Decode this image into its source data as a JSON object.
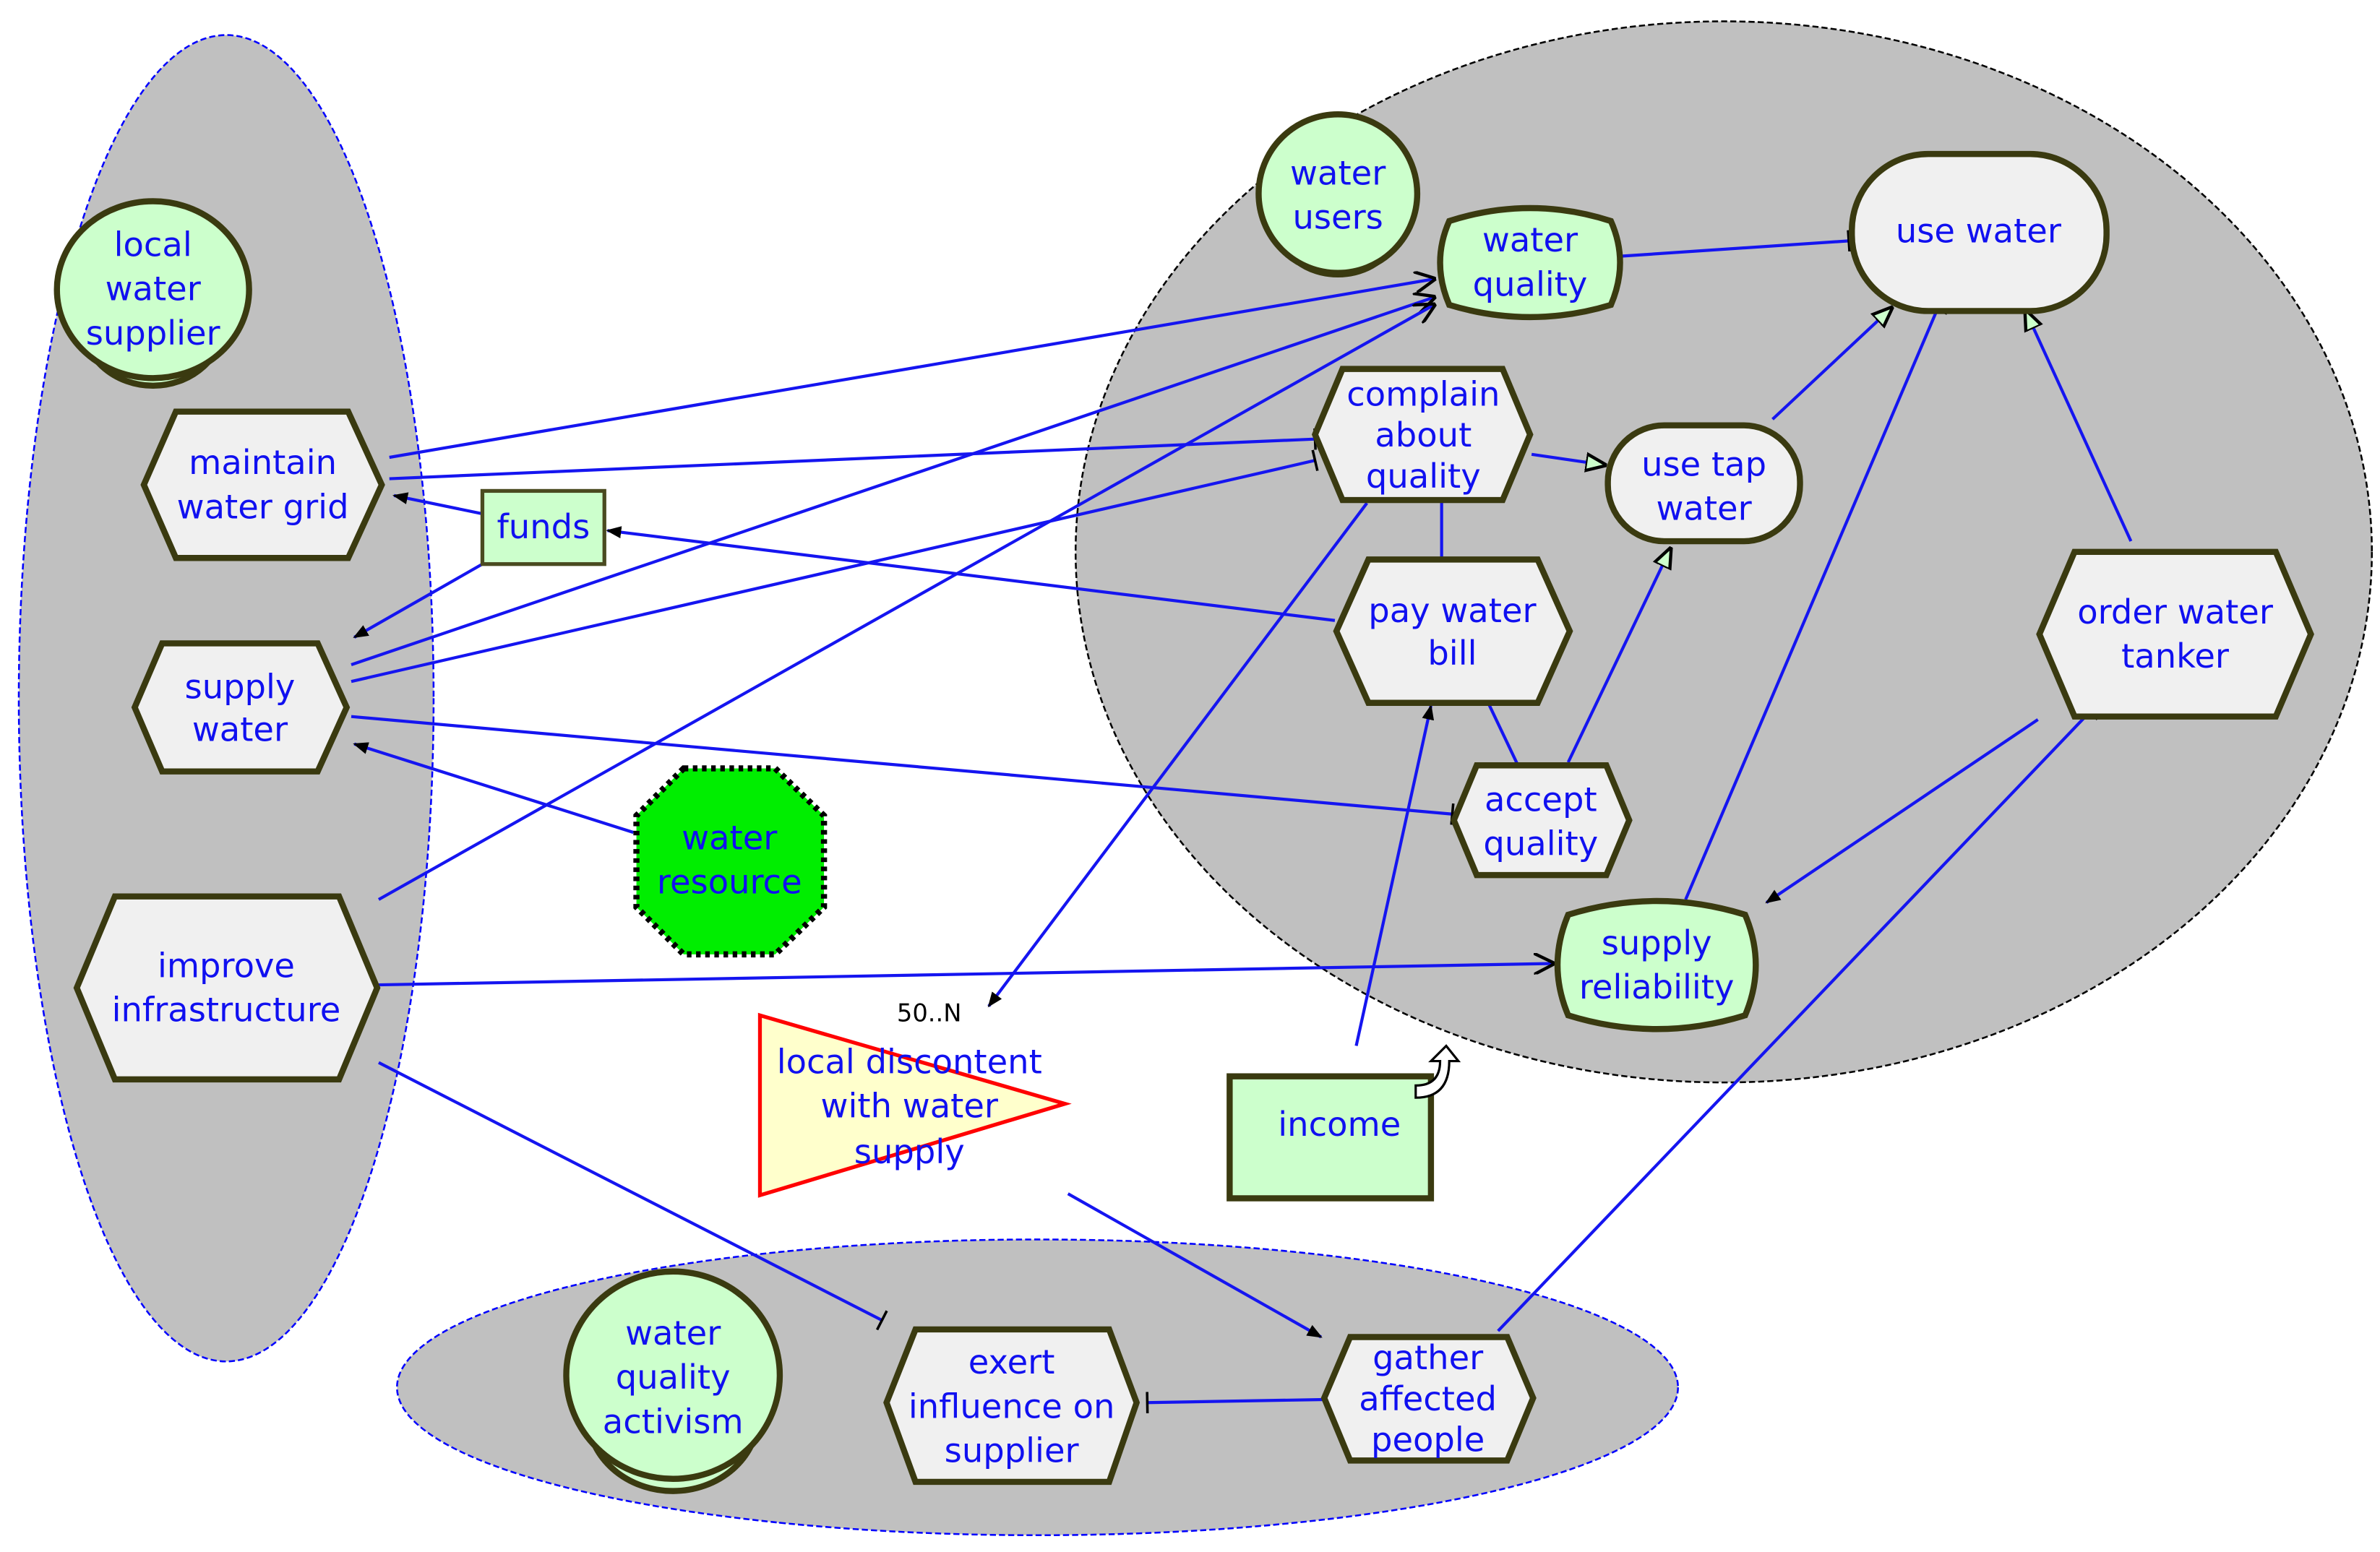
{
  "diagram": {
    "type": "i-star strategic rationale model",
    "boundaries": [
      {
        "id": "b-supplier",
        "actor": "local water supplier",
        "border_color": "#0000ff",
        "style": "dashed"
      },
      {
        "id": "b-users",
        "actor": "water users",
        "border_color": "#000000",
        "style": "dashed"
      },
      {
        "id": "b-activism",
        "actor": "water quality activism",
        "border_color": "#0000ff",
        "style": "dashed"
      }
    ],
    "actors": [
      {
        "id": "local-water-supplier",
        "lines": [
          "local",
          "water",
          "supplier"
        ]
      },
      {
        "id": "water-users",
        "lines": [
          "water",
          "users"
        ]
      },
      {
        "id": "water-quality-activism",
        "lines": [
          "water",
          "quality",
          "activism"
        ]
      }
    ],
    "tasks": [
      {
        "id": "maintain-water-grid",
        "lines": [
          "maintain",
          "water grid"
        ]
      },
      {
        "id": "supply-water",
        "lines": [
          "supply",
          "water"
        ]
      },
      {
        "id": "improve-infrastructure",
        "lines": [
          "improve",
          "infrastructure"
        ]
      },
      {
        "id": "complain-about-quality",
        "lines": [
          "complain",
          "about",
          "quality"
        ]
      },
      {
        "id": "pay-water-bill",
        "lines": [
          "pay water",
          "bill"
        ]
      },
      {
        "id": "accept-quality",
        "lines": [
          "accept",
          "quality"
        ]
      },
      {
        "id": "order-water-tanker",
        "lines": [
          "order water",
          "tanker"
        ]
      },
      {
        "id": "exert-influence",
        "lines": [
          "exert",
          "influence on",
          "supplier"
        ]
      },
      {
        "id": "gather-affected-people",
        "lines": [
          "gather",
          "affected",
          "people"
        ]
      }
    ],
    "goals": [
      {
        "id": "use-water",
        "lines": [
          "use water"
        ]
      },
      {
        "id": "use-tap-water",
        "lines": [
          "use tap",
          "water"
        ]
      }
    ],
    "softgoals": [
      {
        "id": "water-quality",
        "lines": [
          "water",
          "quality"
        ]
      },
      {
        "id": "supply-reliability",
        "lines": [
          "supply",
          "reliability"
        ]
      }
    ],
    "resources": [
      {
        "id": "funds",
        "lines": [
          "funds"
        ]
      },
      {
        "id": "income",
        "lines": [
          "income"
        ]
      },
      {
        "id": "water-resource",
        "lines": [
          "water",
          "resource"
        ],
        "fill": "#00ee00"
      }
    ],
    "beliefs": [
      {
        "id": "local-discontent",
        "lines": [
          "local discontent",
          "with water",
          "supply"
        ],
        "border_color": "#ff0000",
        "fill": "#ffffcc"
      }
    ],
    "cardinality_label": "50..N",
    "links": [
      {
        "from": "maintain-water-grid",
        "to": "water-quality",
        "kind": "contribution"
      },
      {
        "from": "maintain-water-grid",
        "to": "complain-about-quality",
        "kind": "dependency"
      },
      {
        "from": "supply-water",
        "to": "water-quality",
        "kind": "contribution"
      },
      {
        "from": "supply-water",
        "to": "complain-about-quality",
        "kind": "dependency"
      },
      {
        "from": "improve-infrastructure",
        "to": "water-quality",
        "kind": "contribution"
      },
      {
        "from": "funds",
        "to": "maintain-water-grid",
        "kind": "means-end"
      },
      {
        "from": "funds",
        "to": "supply-water",
        "kind": "means-end"
      },
      {
        "from": "pay-water-bill",
        "to": "funds",
        "kind": "means-end"
      },
      {
        "from": "water-resource",
        "to": "supply-water",
        "kind": "means-end"
      },
      {
        "from": "supply-water",
        "to": "accept-quality",
        "kind": "dependency"
      },
      {
        "from": "improve-infrastructure",
        "to": "supply-reliability",
        "kind": "contribution"
      },
      {
        "from": "improve-infrastructure",
        "to": "exert-influence",
        "kind": "dependency"
      },
      {
        "from": "water-quality",
        "to": "use-water",
        "kind": "decomposition"
      },
      {
        "from": "complain-about-quality",
        "to": "use-tap-water",
        "kind": "means-end"
      },
      {
        "from": "complain-about-quality",
        "to": "pay-water-bill",
        "kind": "decomposition"
      },
      {
        "from": "complain-about-quality",
        "to": "local-discontent",
        "kind": "contribution"
      },
      {
        "from": "use-tap-water",
        "to": "use-water",
        "kind": "means-end"
      },
      {
        "from": "order-water-tanker",
        "to": "use-water",
        "kind": "means-end"
      },
      {
        "from": "accept-quality",
        "to": "use-tap-water",
        "kind": "means-end"
      },
      {
        "from": "pay-water-bill",
        "to": "accept-quality",
        "kind": "decomposition"
      },
      {
        "from": "income",
        "to": "pay-water-bill",
        "kind": "means-end"
      },
      {
        "from": "supply-reliability",
        "to": "use-water",
        "kind": "decomposition"
      },
      {
        "from": "order-water-tanker",
        "to": "supply-reliability",
        "kind": "contribution"
      },
      {
        "from": "gather-affected-people",
        "to": "order-water-tanker",
        "kind": "dependency"
      },
      {
        "from": "local-discontent",
        "to": "gather-affected-people",
        "kind": "means-end"
      },
      {
        "from": "gather-affected-people",
        "to": "exert-influence",
        "kind": "decomposition"
      }
    ]
  }
}
